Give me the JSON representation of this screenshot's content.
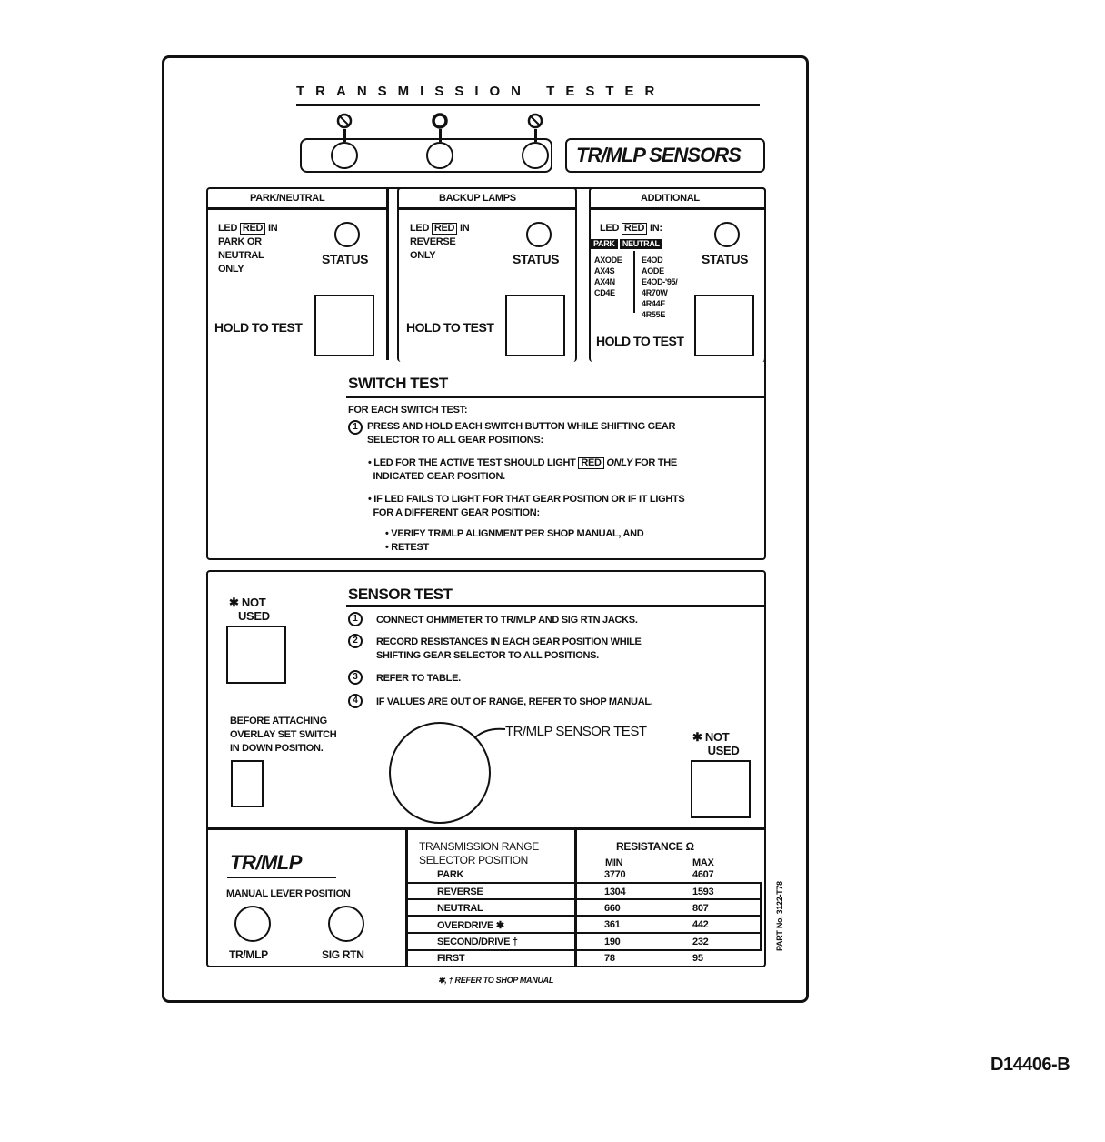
{
  "header": {
    "title": "TRANSMISSION TESTER",
    "sensors_label": "TR/MLP SENSORS"
  },
  "sections": {
    "park_neutral": {
      "title": "PARK/NEUTRAL",
      "led_prefix": "LED",
      "led_color": "RED",
      "led_suffix": "IN",
      "led_lines": [
        "PARK OR",
        "NEUTRAL",
        "ONLY"
      ],
      "status_label": "STATUS",
      "hold_label": "HOLD TO TEST"
    },
    "backup_lamps": {
      "title": "BACKUP LAMPS",
      "led_prefix": "LED",
      "led_color": "RED",
      "led_suffix": "IN",
      "led_lines": [
        "REVERSE",
        "ONLY"
      ],
      "status_label": "STATUS",
      "hold_label": "HOLD TO TEST"
    },
    "additional": {
      "title": "ADDITIONAL",
      "led_prefix": "LED",
      "led_color": "RED",
      "led_suffix": "IN:",
      "park_header": "PARK",
      "neutral_header": "NEUTRAL",
      "park_models": [
        "AXODE",
        "AX4S",
        "AX4N",
        "CD4E"
      ],
      "neutral_models": [
        "E4OD",
        "AODE",
        "E4OD-'95/",
        "4R70W",
        "4R44E",
        "4R55E"
      ],
      "status_label": "STATUS",
      "hold_label": "HOLD TO TEST"
    }
  },
  "switch_test": {
    "title": "SWITCH TEST",
    "intro": "FOR EACH SWITCH TEST:",
    "step1_num": "1",
    "step1_lines": [
      "PRESS AND HOLD EACH SWITCH BUTTON WHILE SHIFTING GEAR",
      "SELECTOR TO ALL GEAR POSITIONS:"
    ],
    "bullet1_pre": "• LED FOR THE ACTIVE TEST SHOULD LIGHT",
    "bullet1_red": "RED",
    "bullet1_only": "ONLY",
    "bullet1_post": "FOR THE",
    "bullet1_line2": "INDICATED GEAR POSITION.",
    "bullet2_lines": [
      "• IF LED FAILS TO LIGHT FOR THAT GEAR POSITION OR IF IT LIGHTS",
      "FOR A DIFFERENT GEAR POSITION:"
    ],
    "sub_bullets": [
      "• VERIFY TR/MLP ALIGNMENT PER SHOP MANUAL, AND",
      "• RETEST"
    ]
  },
  "sensor_test": {
    "title": "SENSOR TEST",
    "not_used_left": [
      "✱ NOT",
      "USED"
    ],
    "not_used_right": [
      "✱ NOT",
      "USED"
    ],
    "steps": [
      {
        "num": "1",
        "lines": [
          "CONNECT OHMMETER TO TR/MLP AND SIG RTN JACKS."
        ]
      },
      {
        "num": "2",
        "lines": [
          "RECORD RESISTANCES IN EACH GEAR POSITION WHILE",
          "SHIFTING GEAR SELECTOR TO ALL POSITIONS."
        ]
      },
      {
        "num": "3",
        "lines": [
          "REFER TO TABLE."
        ]
      },
      {
        "num": "4",
        "lines": [
          "IF VALUES ARE OUT OF RANGE, REFER TO SHOP MANUAL."
        ]
      }
    ],
    "before_attaching": [
      "BEFORE ATTACHING",
      "OVERLAY SET SWITCH",
      "IN DOWN POSITION."
    ],
    "dial_label": "TR/MLP SENSOR TEST"
  },
  "bottom": {
    "brand": "TR/MLP",
    "manual_lever": "MANUAL LEVER POSITION",
    "jack_left": "TR/MLP",
    "jack_right": "SIG RTN",
    "table_header_lines": [
      "TRANSMISSION RANGE",
      "SELECTOR POSITION"
    ],
    "resistance_header": "RESISTANCE Ω",
    "min_header": "MIN",
    "max_header": "MAX",
    "rows": [
      {
        "position": "PARK",
        "min": "3770",
        "max": "4607"
      },
      {
        "position": "REVERSE",
        "min": "1304",
        "max": "1593"
      },
      {
        "position": "NEUTRAL",
        "min": "660",
        "max": "807"
      },
      {
        "position": "OVERDRIVE ✱",
        "min": "361",
        "max": "442"
      },
      {
        "position": "SECOND/DRIVE †",
        "min": "190",
        "max": "232"
      },
      {
        "position": "FIRST",
        "min": "78",
        "max": "95"
      }
    ],
    "footnote": "✱, † REFER TO SHOP MANUAL",
    "part_no": "PART No. 3122-T78"
  },
  "figure_id": "D14406-B"
}
